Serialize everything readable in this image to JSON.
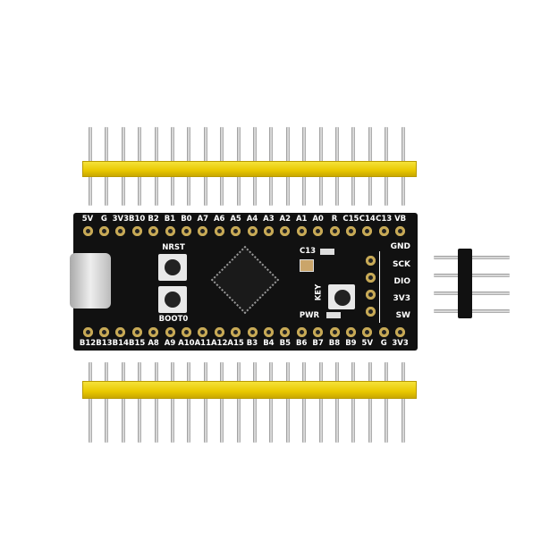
{
  "board": {
    "top_labels": [
      "5V",
      "G",
      "3V3",
      "B10",
      "B2",
      "B1",
      "B0",
      "A7",
      "A6",
      "A5",
      "A4",
      "A3",
      "A2",
      "A1",
      "A0",
      "R",
      "C15",
      "C14",
      "C13",
      "VB"
    ],
    "bottom_labels": [
      "B12",
      "B13",
      "B14",
      "B15",
      "A8",
      "A9",
      "A10",
      "A11",
      "A12",
      "A15",
      "B3",
      "B4",
      "B5",
      "B6",
      "B7",
      "B8",
      "B9",
      "5V",
      "G",
      "3V3"
    ],
    "buttons": {
      "nrst": "NRST",
      "boot0": "BOOT0",
      "key": "KEY"
    },
    "leds": {
      "c13": "C13",
      "pwr": "PWR"
    },
    "swd_labels": [
      "GND",
      "SCK",
      "DIO",
      "3V3",
      "SW"
    ]
  },
  "colors": {
    "pcb": "#111111",
    "header": "#f0d000",
    "pad": "#d9c27a"
  }
}
